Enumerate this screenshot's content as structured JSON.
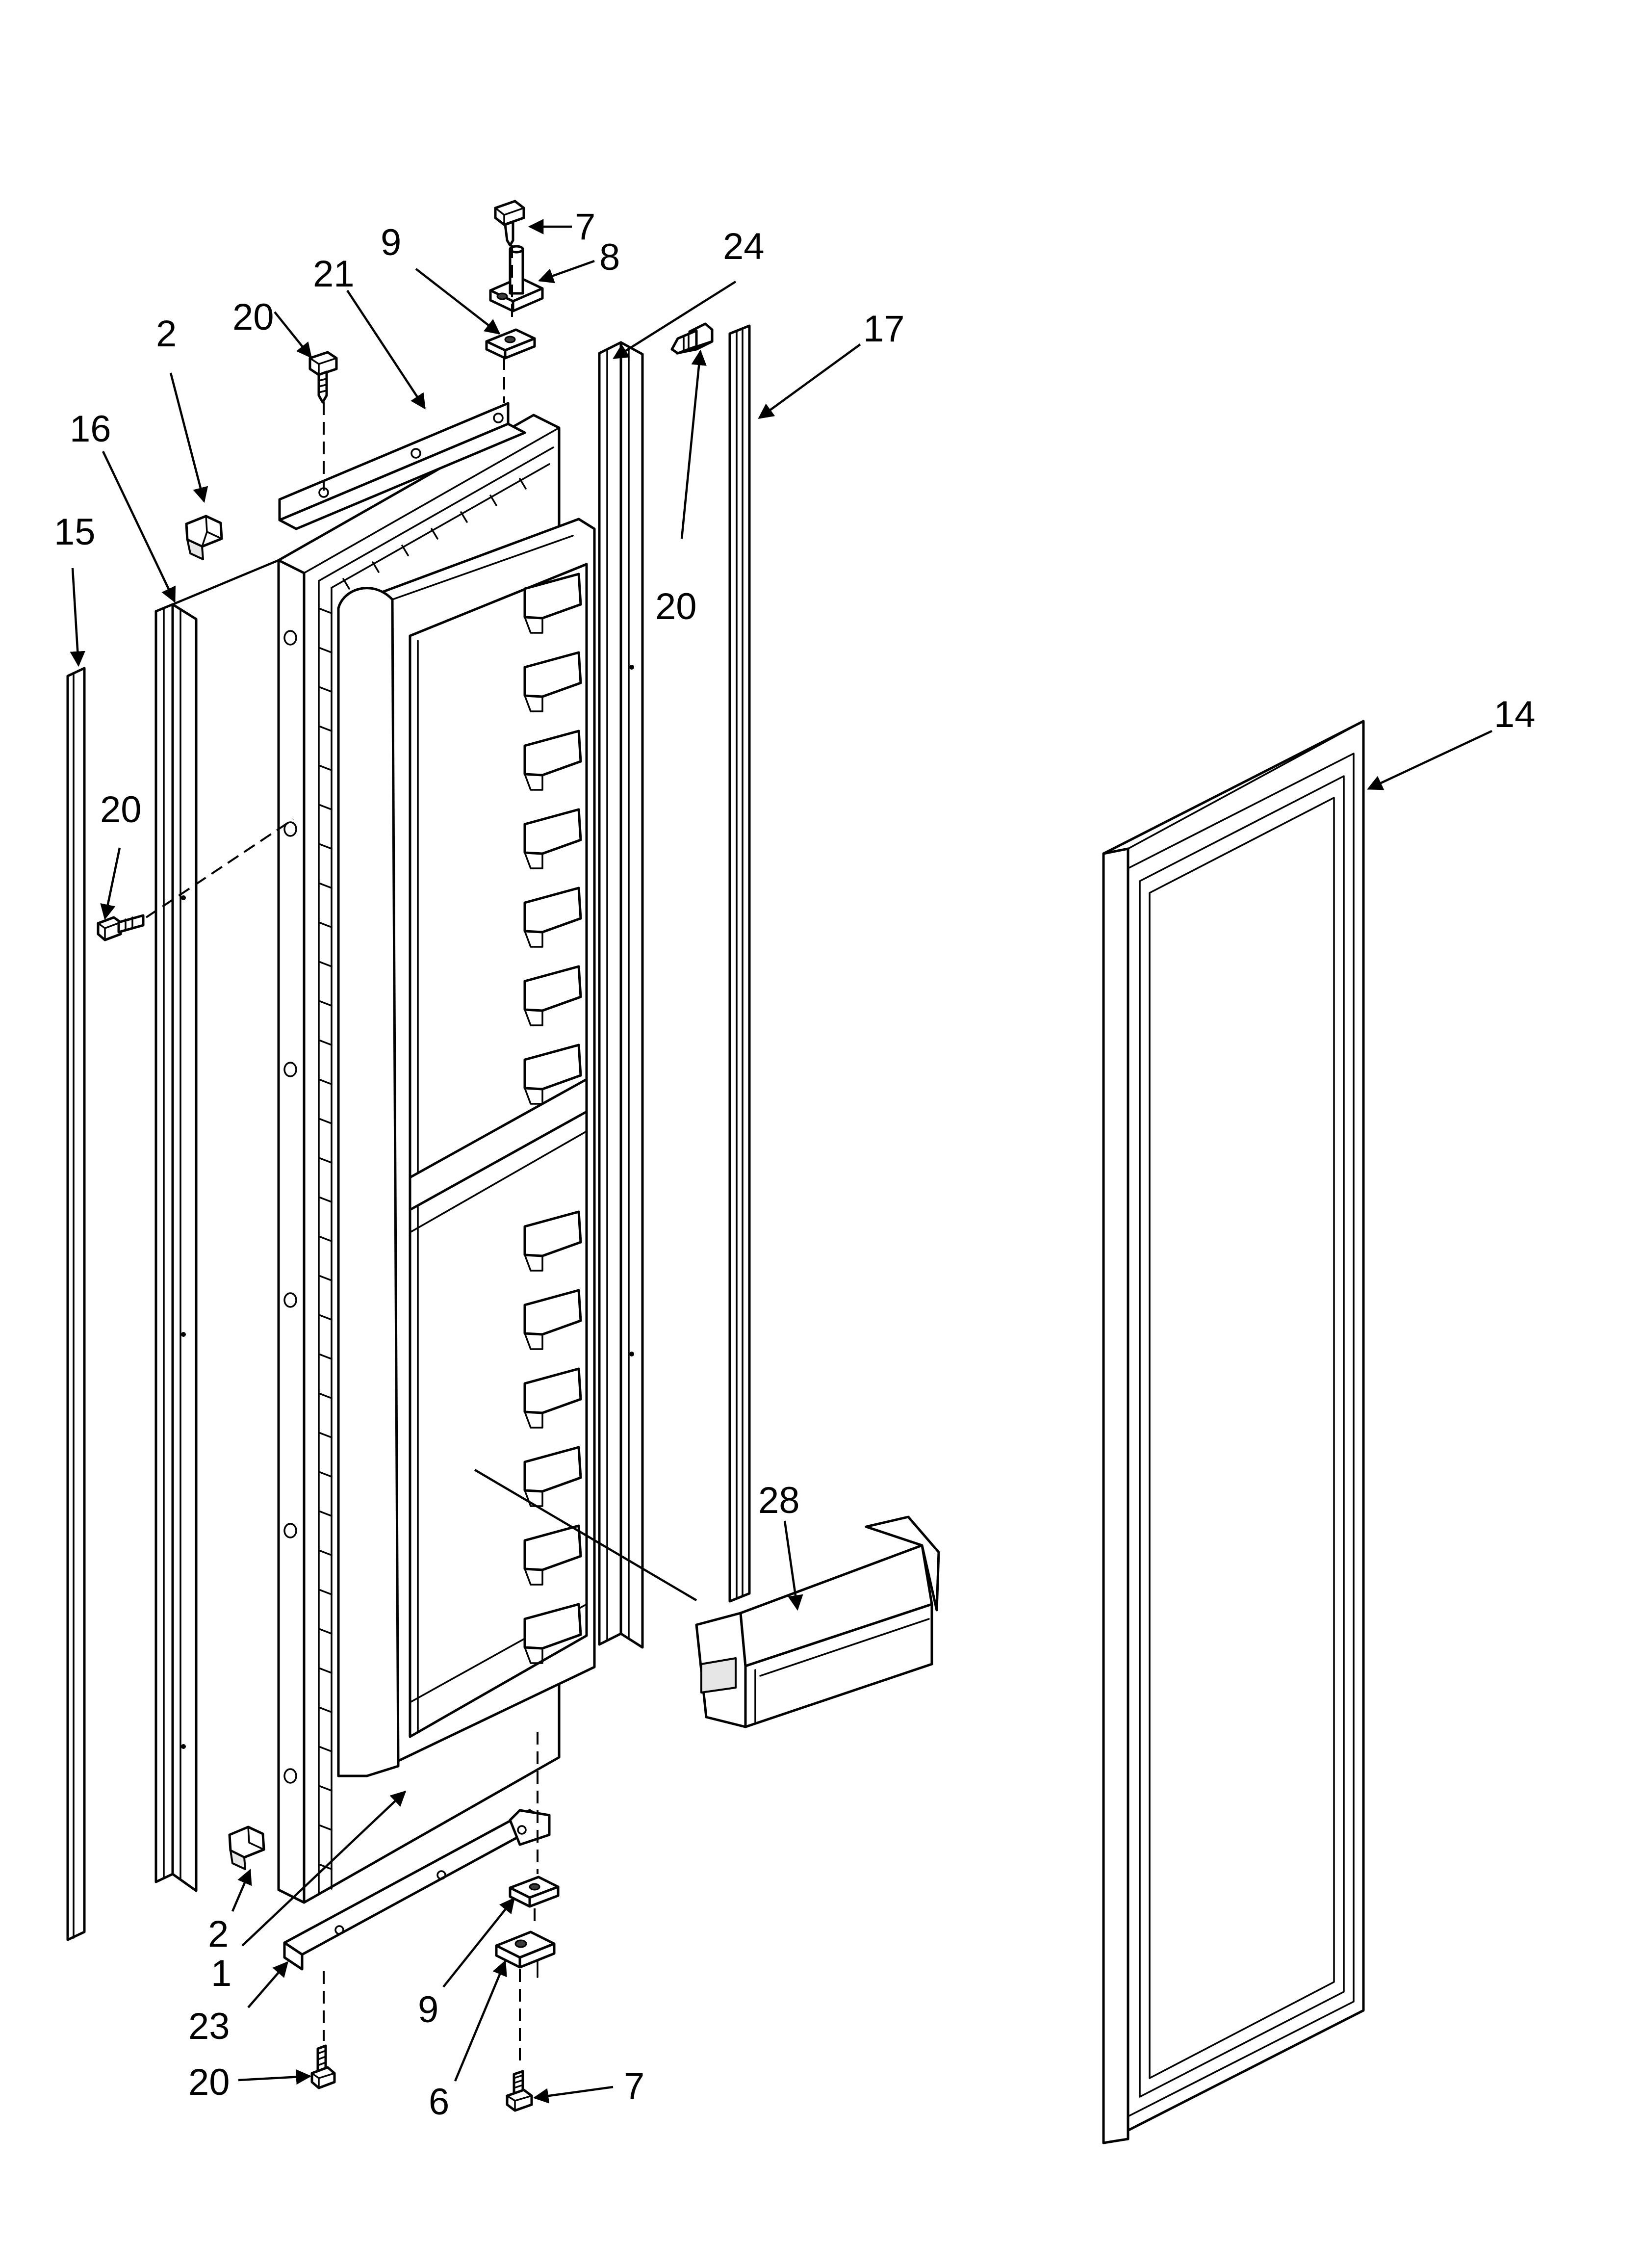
{
  "callouts": {
    "c7_top": "7",
    "c8": "8",
    "c9_top": "9",
    "c24": "24",
    "c21": "21",
    "c20_top": "20",
    "c17": "17",
    "c2_top": "2",
    "c16": "16",
    "c20_right": "20",
    "c15": "15",
    "c14": "14",
    "c20_left": "20",
    "c28": "28",
    "c2_bottom": "2",
    "c1": "1",
    "c9_bottom": "9",
    "c23": "23",
    "c20_bottom": "20",
    "c6": "6",
    "c7_bottom": "7"
  }
}
